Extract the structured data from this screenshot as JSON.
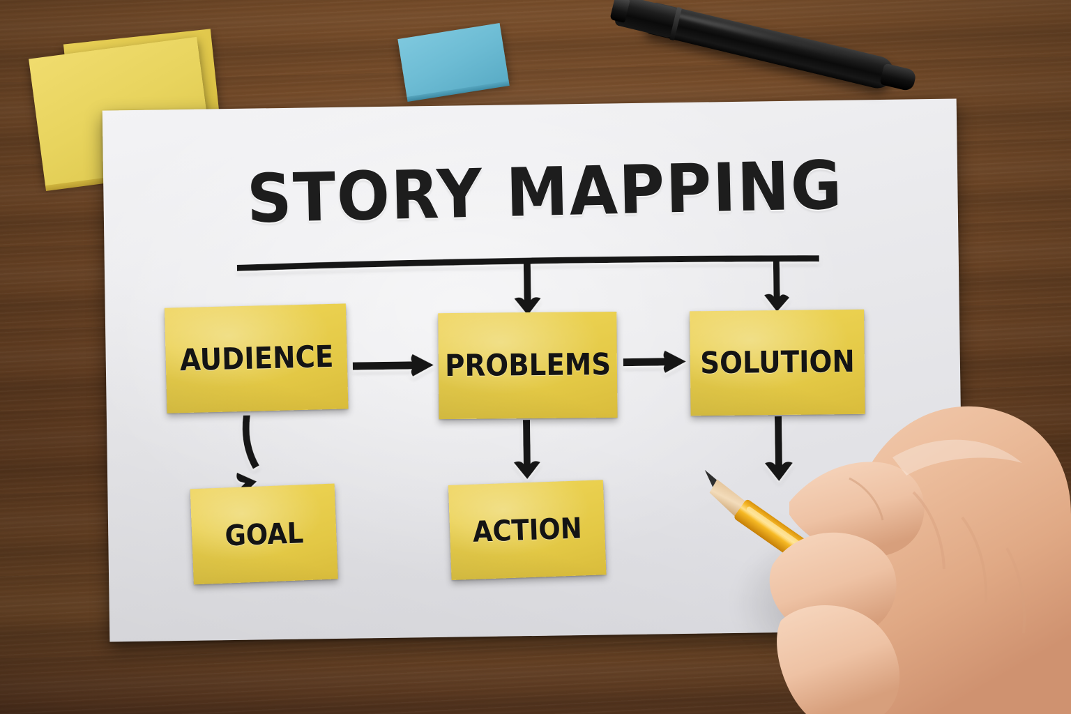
{
  "scene": {
    "surface": "wooden-desk",
    "desk_color": "#6d4526",
    "paper_color": "#ecedf0"
  },
  "poster": {
    "title": "STORY MAPPING",
    "divider": "horizontal-rule"
  },
  "diagram": {
    "type": "flowchart",
    "note_color": "#e9d052",
    "ink_color": "#111111",
    "nodes": [
      {
        "id": "audience",
        "label": "AUDIENCE",
        "row": 1,
        "column": 1
      },
      {
        "id": "problems",
        "label": "PROBLEMS",
        "row": 1,
        "column": 2
      },
      {
        "id": "solution",
        "label": "SOLUTION",
        "row": 1,
        "column": 3
      },
      {
        "id": "goal",
        "label": "GOAL",
        "row": 2,
        "column": 1
      },
      {
        "id": "action",
        "label": "ACTION",
        "row": 2,
        "column": 2
      }
    ],
    "edges": [
      {
        "from": "title-rule",
        "to": "problems",
        "style": "straight-down-arrow"
      },
      {
        "from": "title-rule",
        "to": "solution",
        "style": "straight-down-arrow"
      },
      {
        "from": "audience",
        "to": "problems",
        "style": "straight-right-arrow"
      },
      {
        "from": "problems",
        "to": "solution",
        "style": "straight-right-arrow"
      },
      {
        "from": "audience",
        "to": "goal",
        "style": "curved-down-arrow"
      },
      {
        "from": "problems",
        "to": "action",
        "style": "straight-down-arrow"
      },
      {
        "from": "solution",
        "to": "",
        "style": "straight-down-arrow"
      }
    ]
  },
  "desk_objects": [
    {
      "id": "pad-yellow-back",
      "name": "yellow-sticky-pad",
      "color": "#ddc447"
    },
    {
      "id": "pad-yellow-front",
      "name": "yellow-sticky-pad",
      "color": "#e8d45e"
    },
    {
      "id": "pad-blue",
      "name": "blue-sticky-pad",
      "color": "#6dbcd4"
    },
    {
      "id": "marker",
      "name": "black-marker-pen",
      "color": "#101010"
    },
    {
      "id": "pencil",
      "name": "yellow-pencil",
      "color": "#f0ae1b"
    },
    {
      "id": "hand",
      "name": "human-hand",
      "color": "#e8b795"
    }
  ]
}
